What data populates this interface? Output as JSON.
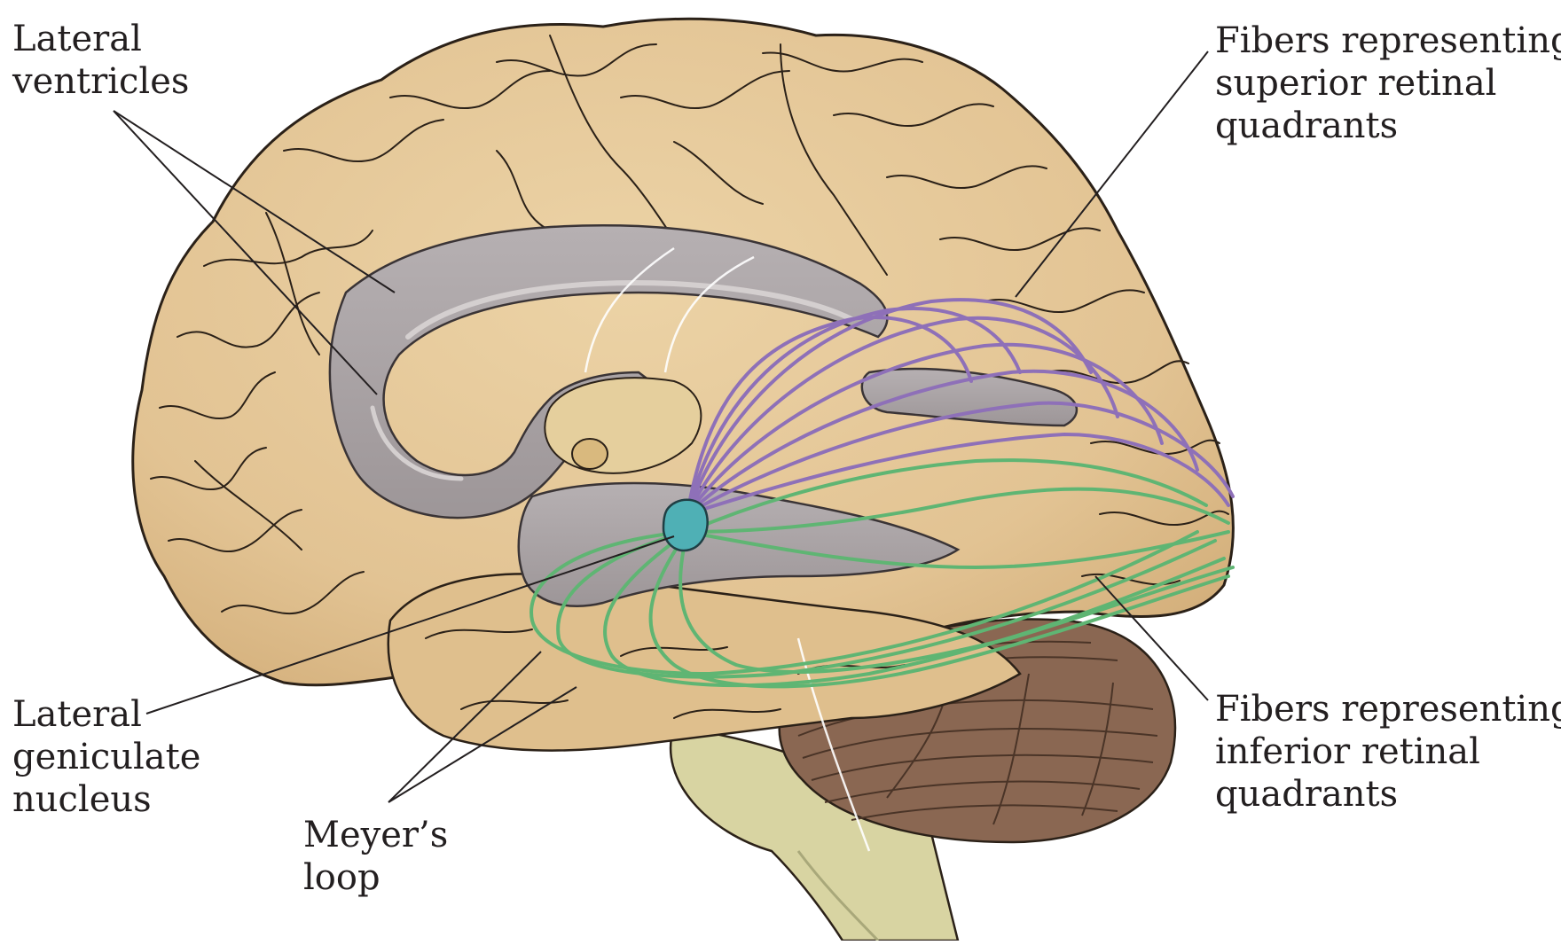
{
  "figure": {
    "labels": {
      "lateral_ventricles": [
        "Lateral",
        "ventricles"
      ],
      "superior_fibers": [
        "Fibers representing",
        "superior retinal",
        "quadrants"
      ],
      "lateral_geniculate_nucleus": [
        "Lateral",
        "geniculate",
        "nucleus"
      ],
      "meyers_loop": [
        "Meyer’s",
        "loop"
      ],
      "inferior_fibers": [
        "Fibers representing",
        "inferior retinal",
        "quadrants"
      ]
    },
    "colors": {
      "cortex": "#e2c393",
      "cortex_outline": "#2b2118",
      "ventricle": "#a9a2a4",
      "ventricle_highlight": "#d4cfcf",
      "superior_fibers": "#8e70b8",
      "inferior_fibers": "#5fb573",
      "lgn": "#4fb0b5",
      "cerebellum": "#8a6752",
      "brainstem": "#d8d4a2"
    }
  }
}
